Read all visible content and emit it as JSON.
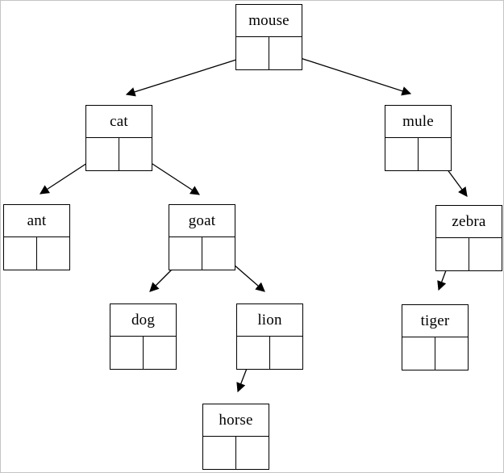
{
  "diagram": {
    "type": "binary-tree",
    "description": "Binary tree of animal names drawn as linked record nodes with left/right pointer cells",
    "nodes": [
      {
        "id": "mouse",
        "label": "mouse"
      },
      {
        "id": "cat",
        "label": "cat"
      },
      {
        "id": "mule",
        "label": "mule"
      },
      {
        "id": "ant",
        "label": "ant"
      },
      {
        "id": "goat",
        "label": "goat"
      },
      {
        "id": "zebra",
        "label": "zebra"
      },
      {
        "id": "dog",
        "label": "dog"
      },
      {
        "id": "lion",
        "label": "lion"
      },
      {
        "id": "tiger",
        "label": "tiger"
      },
      {
        "id": "horse",
        "label": "horse"
      }
    ],
    "edges": [
      {
        "from": "mouse",
        "pointer": "left",
        "to": "cat"
      },
      {
        "from": "mouse",
        "pointer": "right",
        "to": "mule"
      },
      {
        "from": "cat",
        "pointer": "left",
        "to": "ant"
      },
      {
        "from": "cat",
        "pointer": "right",
        "to": "goat"
      },
      {
        "from": "mule",
        "pointer": "right",
        "to": "zebra"
      },
      {
        "from": "goat",
        "pointer": "left",
        "to": "dog"
      },
      {
        "from": "goat",
        "pointer": "right",
        "to": "lion"
      },
      {
        "from": "zebra",
        "pointer": "left",
        "to": "tiger"
      },
      {
        "from": "lion",
        "pointer": "left",
        "to": "horse"
      }
    ],
    "colors": {
      "line": "#000000",
      "background": "#ffffff",
      "frame": "#c4c4c4"
    }
  }
}
